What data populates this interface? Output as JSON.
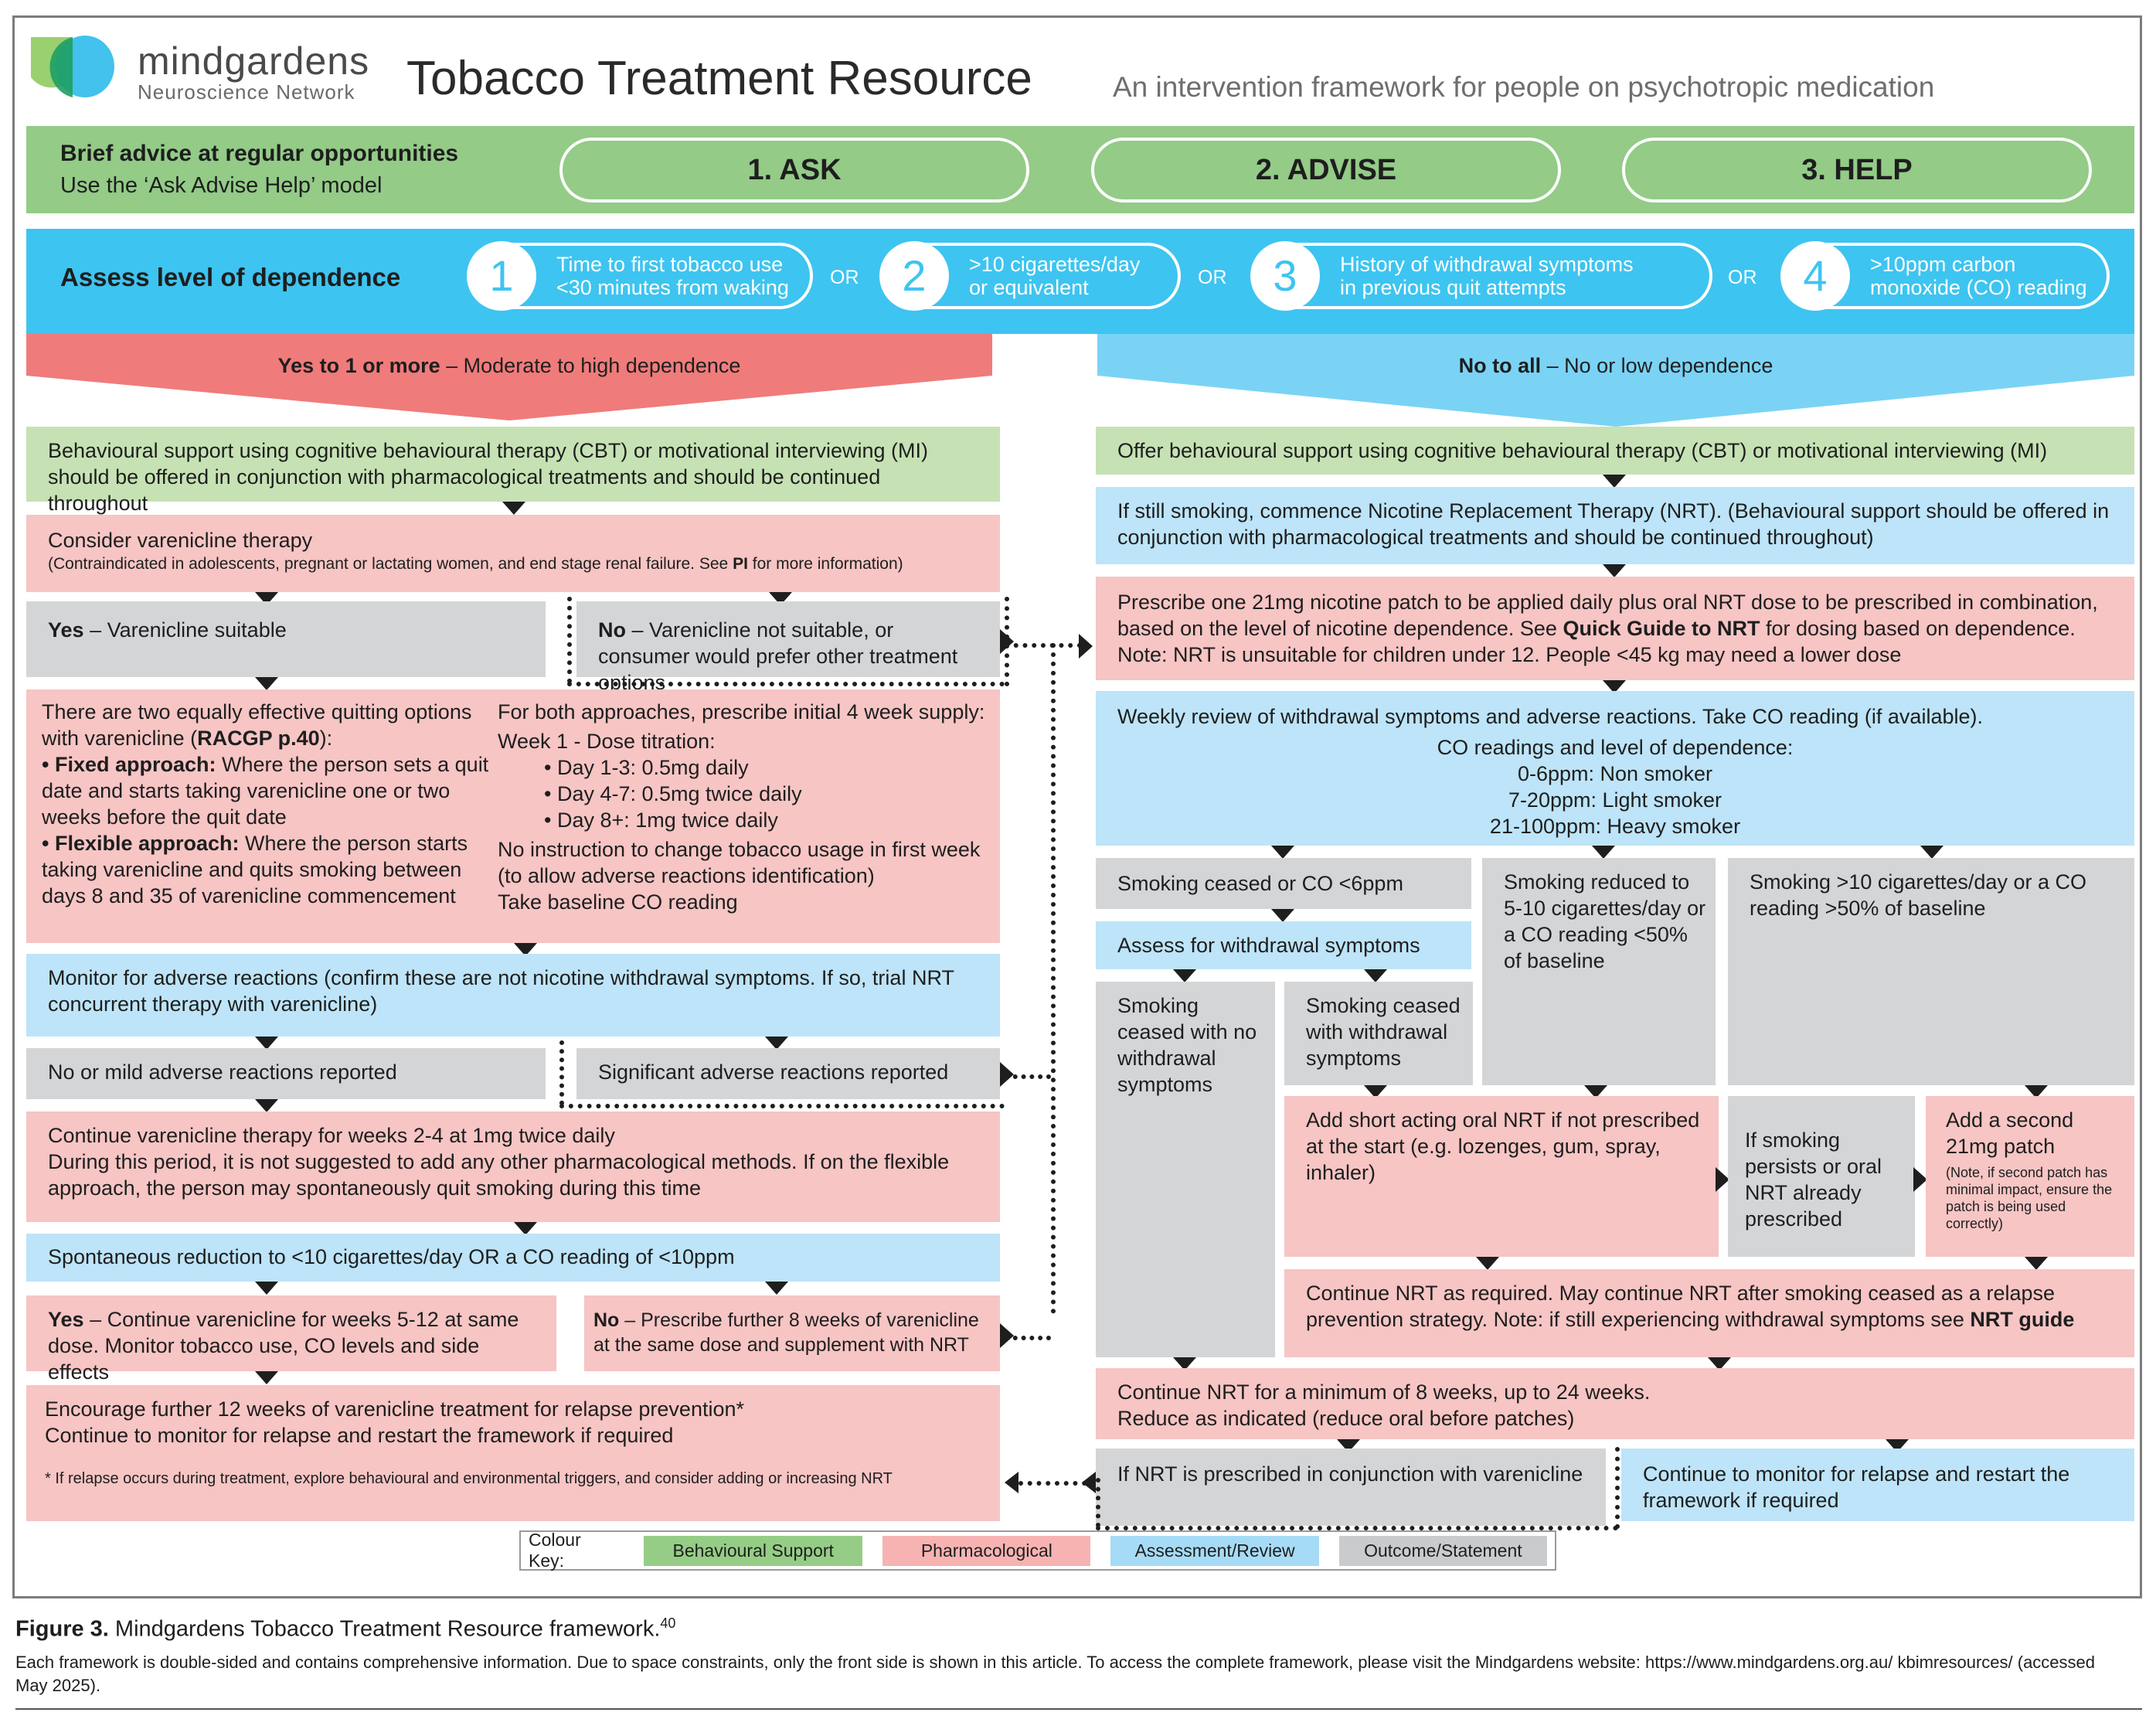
{
  "header": {
    "logo_name": "mindgardens",
    "logo_sub": "Neuroscience Network",
    "title": "Tobacco Treatment Resource",
    "subtitle": "An intervention framework for people on psychotropic medication"
  },
  "brief": {
    "title": "Brief advice at regular opportunities",
    "sub": "Use the ‘Ask Advise Help’ model",
    "steps": [
      "1. ASK",
      "2. ADVISE",
      "3. HELP"
    ]
  },
  "assess": {
    "title": "Assess level of dependence",
    "or": "OR",
    "items": [
      {
        "num": "1",
        "l1": "Time to first tobacco use",
        "l2": "<30 minutes from waking"
      },
      {
        "num": "2",
        "l1": ">10 cigarettes/day",
        "l2": "or equivalent"
      },
      {
        "num": "3",
        "l1": "History of withdrawal symptoms",
        "l2": "in previous quit attempts"
      },
      {
        "num": "4",
        "l1": ">10ppm carbon",
        "l2": "monoxide (CO) reading"
      }
    ]
  },
  "left_banner": {
    "bold": "Yes to 1 or more",
    "rest": " – Moderate to high dependence"
  },
  "right_banner": {
    "bold": "No to all",
    "rest": " – No or low dependence"
  },
  "left": {
    "behav": "Behavioural support using cognitive behavioural therapy (CBT) or motivational interviewing (MI) should be offered in conjunction with pharmacological treatments and should be continued throughout",
    "consider_title": "Consider varenicline therapy",
    "consider_note_a": "(Contraindicated in adolescents, pregnant or lactating women, and end stage renal failure. See ",
    "consider_note_b": "PI",
    "consider_note_c": " for more information)",
    "yes_bold": "Yes",
    "yes_text": " – Varenicline suitable",
    "no_bold": "No",
    "no_text": " – Varenicline not suitable, or consumer would prefer other treatment options",
    "options_a": "There are two equally effective quitting options with varenicline (",
    "options_ref": "RACGP p.40",
    "options_b": "):",
    "fixed_bold": "• Fixed approach:",
    "fixed_text": " Where the person sets a quit date and starts taking varenicline one or two weeks before the quit date",
    "flex_bold": "• Flexible approach:",
    "flex_text": " Where the person starts taking varenicline and quits smoking between days 8 and 35 of varenicline commencement",
    "both": "For both approaches, prescribe initial 4 week supply:",
    "week1": "Week 1 - Dose titration:",
    "doses": [
      "Day 1-3: 0.5mg daily",
      "Day 4-7: 0.5mg twice daily",
      "Day 8+: 1mg twice daily"
    ],
    "no_instr": "No instruction to change tobacco usage in first week (to allow adverse reactions identification)",
    "baseline": "Take baseline CO reading",
    "monitor": "Monitor for adverse reactions (confirm these are not nicotine withdrawal symptoms. If so, trial NRT concurrent therapy with varenicline)",
    "mild": "No or mild adverse reactions reported",
    "significant": "Significant adverse reactions reported",
    "continue_l1": "Continue varenicline therapy for weeks 2-4 at 1mg twice daily",
    "continue_l2": "During this period, it is not suggested to add any other pharmacological methods. If on the flexible approach, the person may spontaneously quit smoking during this time",
    "spont": "Spontaneous reduction to <10 cigarettes/day OR a CO reading of <10ppm",
    "yes2_bold": "Yes",
    "yes2_text": " – Continue varenicline for weeks 5-12 at same dose. Monitor tobacco use, CO levels and side effects",
    "no2_bold": "No",
    "no2_text": " – Prescribe further 8 weeks of varenicline at the same dose and supplement with NRT",
    "encourage_l1": "Encourage further 12 weeks of varenicline treatment for relapse prevention*",
    "encourage_l2": "Continue to monitor for relapse and restart the framework if required",
    "footnote": "* If relapse occurs during treatment, explore behavioural and environmental triggers, and consider adding or increasing NRT"
  },
  "right": {
    "behav": "Offer behavioural support using cognitive behavioural therapy (CBT) or motivational interviewing (MI)",
    "still": "If still smoking, commence Nicotine Replacement Therapy (NRT). (Behavioural support should be offered in conjunction with pharmacological treatments and should be continued throughout)",
    "prescribe_a": "Prescribe one 21mg nicotine patch to be applied daily plus oral NRT dose to be prescribed in combination, based on the level of nicotine dependence. See ",
    "prescribe_bold": "Quick Guide to NRT",
    "prescribe_b": " for dosing based on dependence.",
    "prescribe_c": "Note: NRT is unsuitable for children under 12. People <45 kg may need a lower dose",
    "weekly": "Weekly review of withdrawal symptoms and adverse reactions. Take CO reading (if available).",
    "co_title": "CO readings and level of dependence:",
    "co_levels": [
      "0-6ppm: Non smoker",
      "7-20ppm: Light smoker",
      "21-100ppm: Heavy smoker"
    ],
    "ceased": "Smoking ceased or CO <6ppm",
    "reduced": "Smoking reduced to 5-10 cigarettes/day or a CO reading <50% of baseline",
    "over10": "Smoking >10 cigarettes/day or a CO reading >50% of baseline",
    "assess_w": "Assess for withdrawal symptoms",
    "no_w": "Smoking ceased with no withdrawal symptoms",
    "with_w": "Smoking ceased with withdrawal symptoms",
    "short": "Add short acting oral NRT if not prescribed at the start (e.g. lozenges, gum, spray, inhaler)",
    "persists": "If smoking persists or oral NRT already prescribed",
    "second": "Add a second 21mg patch",
    "second_note": "(Note, if second patch has minimal impact, ensure the patch is being used correctly)",
    "cont_nrt_a": "Continue NRT as required. May continue NRT after smoking ceased as a relapse prevention strategy. Note: if still experiencing withdrawal symptoms see ",
    "cont_nrt_bold": "NRT guide",
    "cont_min_l1": "Continue NRT for a minimum of 8 weeks, up to 24 weeks.",
    "cont_min_l2": "Reduce as indicated (reduce oral before patches)",
    "if_nrt": "If NRT is prescribed in conjunction with varenicline",
    "relapse": "Continue to monitor for relapse and restart the framework if required"
  },
  "key": {
    "label": "Colour Key:",
    "items": [
      "Behavioural Support",
      "Pharmacological",
      "Assessment/Review",
      "Outcome/Statement"
    ],
    "colors": [
      "#95cd86",
      "#f6b3b2",
      "#a6dbf6",
      "#c9cbcd"
    ]
  },
  "caption": {
    "fig": "Figure 3.",
    "text": " Mindgardens Tobacco Treatment Resource framework.",
    "sup": "40",
    "note": "Each framework is double-sided and contains comprehensive information. Due to space constraints, only the front side is shown in this article. To access the complete framework, please visit the Mindgardens website: https://www.mindgardens.org.au/ kbimresources/ (accessed May 2025)."
  },
  "colors": {
    "green": "#93cb87",
    "blue": "#3ec4f0",
    "red": "#f07b7b",
    "lightblue": "#7ad3f5"
  }
}
